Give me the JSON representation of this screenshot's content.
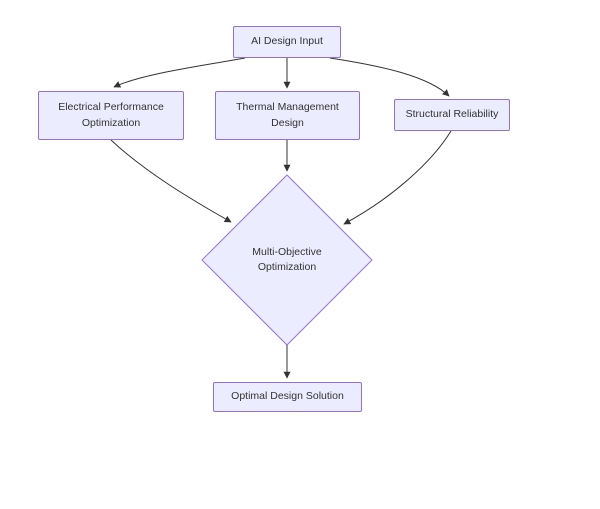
{
  "diagram": {
    "type": "flowchart",
    "nodes": {
      "input": {
        "label": "AI Design Input",
        "shape": "rect"
      },
      "electrical": {
        "label": "Electrical Performance Optimization",
        "shape": "rect"
      },
      "thermal": {
        "label": "Thermal Management Design",
        "shape": "rect"
      },
      "structural": {
        "label": "Structural Reliability",
        "shape": "rect"
      },
      "decision": {
        "label": "Multi-Objective Optimization",
        "shape": "diamond"
      },
      "output": {
        "label": "Optimal Design Solution",
        "shape": "rect"
      }
    },
    "edges": [
      {
        "from": "AI Design Input",
        "to": "Electrical Performance Optimization"
      },
      {
        "from": "AI Design Input",
        "to": "Thermal Management Design"
      },
      {
        "from": "AI Design Input",
        "to": "Structural Reliability"
      },
      {
        "from": "Electrical Performance Optimization",
        "to": "Multi-Objective Optimization"
      },
      {
        "from": "Thermal Management Design",
        "to": "Multi-Objective Optimization"
      },
      {
        "from": "Structural Reliability",
        "to": "Multi-Objective Optimization"
      },
      {
        "from": "Multi-Objective Optimization",
        "to": "Optimal Design Solution"
      }
    ],
    "colors": {
      "node_fill": "#ECECFF",
      "node_border": "#9370DB",
      "arrow": "#333333",
      "text": "#333333",
      "background": "#ffffff"
    }
  }
}
